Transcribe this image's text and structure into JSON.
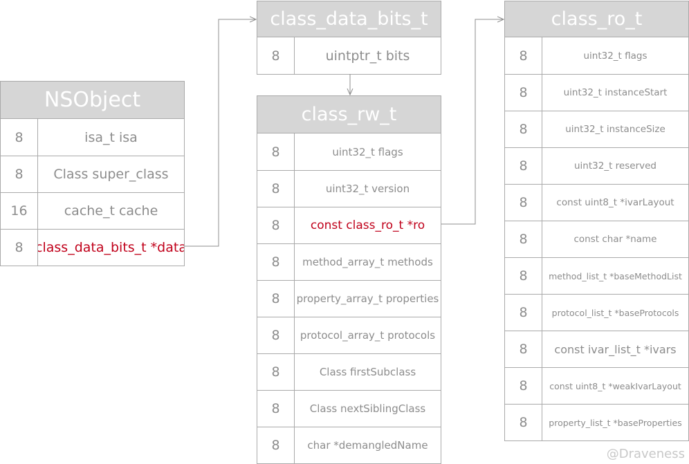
{
  "tables": {
    "nsobject": {
      "title": "NSObject",
      "rows": [
        {
          "size": "8",
          "field": "isa_t isa"
        },
        {
          "size": "8",
          "field": "Class super_class"
        },
        {
          "size": "16",
          "field": "cache_t cache"
        },
        {
          "size": "8",
          "field": "class_data_bits_t *data"
        }
      ]
    },
    "class_data_bits": {
      "title": "class_data_bits_t",
      "rows": [
        {
          "size": "8",
          "field": "uintptr_t bits"
        }
      ]
    },
    "class_rw": {
      "title": "class_rw_t",
      "rows": [
        {
          "size": "8",
          "field": "uint32_t flags"
        },
        {
          "size": "8",
          "field": "uint32_t version"
        },
        {
          "size": "8",
          "field": "const class_ro_t *ro"
        },
        {
          "size": "8",
          "field": "method_array_t methods"
        },
        {
          "size": "8",
          "field": "property_array_t properties"
        },
        {
          "size": "8",
          "field": "protocol_array_t protocols"
        },
        {
          "size": "8",
          "field": "Class firstSubclass"
        },
        {
          "size": "8",
          "field": "Class nextSiblingClass"
        },
        {
          "size": "8",
          "field": "char *demangledName"
        }
      ]
    },
    "class_ro": {
      "title": "class_ro_t",
      "rows": [
        {
          "size": "8",
          "field": "uint32_t flags"
        },
        {
          "size": "8",
          "field": "uint32_t instanceStart"
        },
        {
          "size": "8",
          "field": "uint32_t instanceSize"
        },
        {
          "size": "8",
          "field": "uint32_t reserved"
        },
        {
          "size": "8",
          "field": "const uint8_t *ivarLayout"
        },
        {
          "size": "8",
          "field": "const char *name"
        },
        {
          "size": "8",
          "field": "method_list_t *baseMethodList"
        },
        {
          "size": "8",
          "field": "protocol_list_t *baseProtocols"
        },
        {
          "size": "8",
          "field": "const ivar_list_t *ivars"
        },
        {
          "size": "8",
          "field": "const uint8_t *weakIvarLayout"
        },
        {
          "size": "8",
          "field": "property_list_t *baseProperties"
        }
      ]
    }
  },
  "colors": {
    "header_bg": "#d6d6d6",
    "border": "#a9a9a9",
    "text": "#8c8c8c",
    "highlight": "#c0001a"
  },
  "watermark": "@Draveness"
}
